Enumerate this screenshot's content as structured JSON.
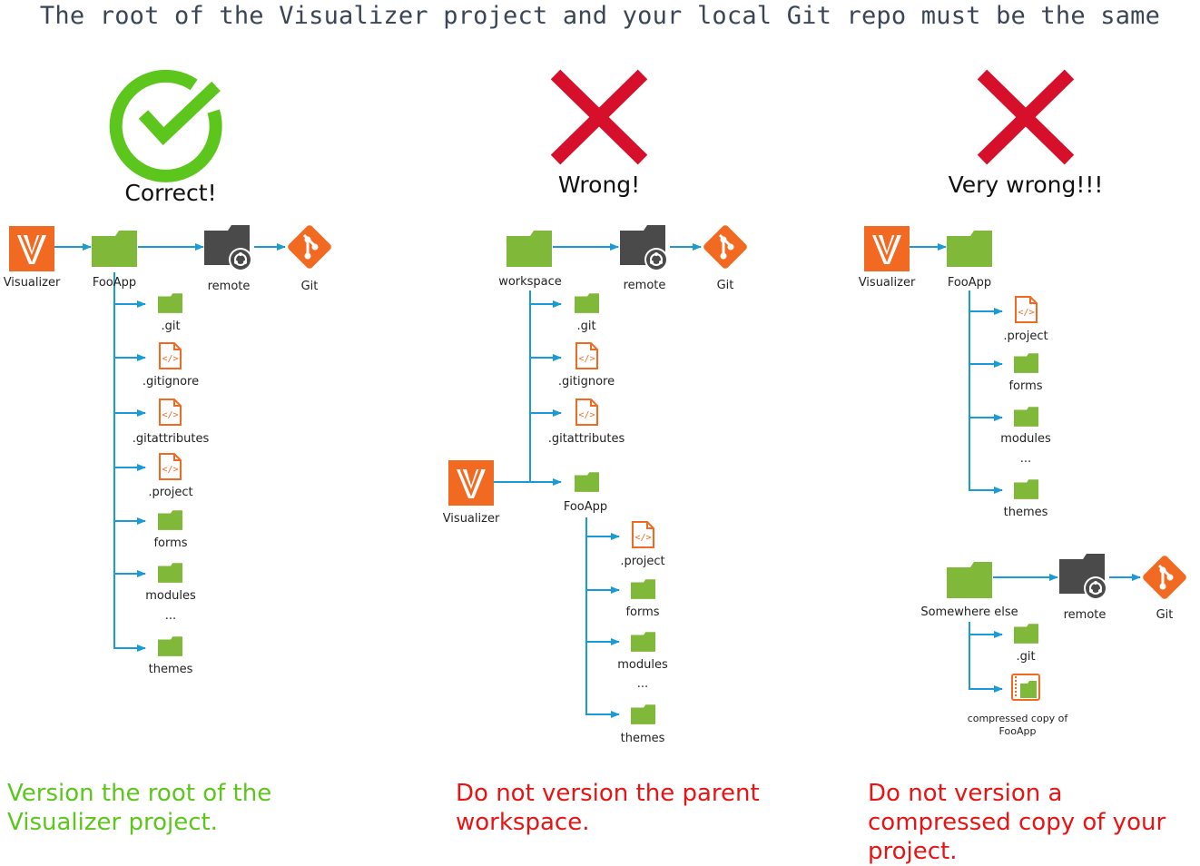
{
  "title": "The root of the Visualizer project and your local Git repo must be the same",
  "colors": {
    "folder": "#80b83a",
    "visualizer": "#f26a22",
    "git": "#f26a22",
    "remote": "#4a4a4a",
    "connector": "#1a9bd7",
    "check": "#5cc61c",
    "cross": "#d6102a",
    "caption_good": "#5cc61c",
    "caption_bad": "#e81414"
  },
  "icons": [
    "check-icon",
    "cross-icon",
    "visualizer-logo-icon",
    "folder-icon",
    "code-file-icon",
    "remote-folder-icon",
    "git-icon",
    "compressed-file-icon"
  ],
  "panels": {
    "correct": {
      "heading": "Correct!",
      "visualizer": "Visualizer",
      "root": "FooApp",
      "remote": "remote",
      "git": "Git",
      "children": [
        ".git",
        ".gitignore",
        ".gitattributes",
        ".project",
        "forms",
        "modules",
        "...",
        "themes"
      ],
      "caption": "Version the root of the Visualizer project."
    },
    "wrong": {
      "heading": "Wrong!",
      "root": "workspace",
      "remote": "remote",
      "git": "Git",
      "children": [
        ".git",
        ".gitignore",
        ".gitattributes",
        "FooApp"
      ],
      "visualizer": "Visualizer",
      "sub_children": [
        ".project",
        "forms",
        "modules",
        "...",
        "themes"
      ],
      "caption": "Do not version the parent workspace."
    },
    "very_wrong": {
      "heading": "Very wrong!!!",
      "visualizer": "Visualizer",
      "root": "FooApp",
      "children": [
        ".project",
        "forms",
        "modules",
        "...",
        "themes"
      ],
      "other": "Somewhere else",
      "remote": "remote",
      "git": "Git",
      "other_children": [
        ".git",
        "compressed copy of FooApp"
      ],
      "caption": "Do not version a compressed copy of your project."
    }
  }
}
